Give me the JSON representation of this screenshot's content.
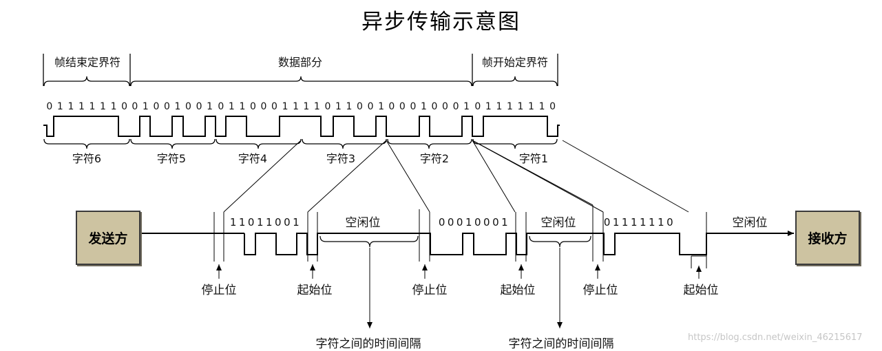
{
  "title": "异步传输示意图",
  "sender": "发送方",
  "receiver": "接收方",
  "top_braces": {
    "start_delim": "帧结束定界符",
    "data": "数据部分",
    "end_delim": "帧开始定界符"
  },
  "bit_groups": [
    "01111110",
    "01001001",
    "01100011",
    "11011001",
    "00010001",
    "01111110"
  ],
  "char_labels": [
    "字符6",
    "字符5",
    "字符4",
    "字符3",
    "字符2",
    "字符1"
  ],
  "bottom_bits": [
    "11011001",
    "00010001",
    "01111110"
  ],
  "idle_label": "空闲位",
  "stop_bit": "停止位",
  "start_bit": "起始位",
  "gap_label": "字符之间的时间间隔",
  "watermark": "https://blog.csdn.net/weixin_46215617"
}
